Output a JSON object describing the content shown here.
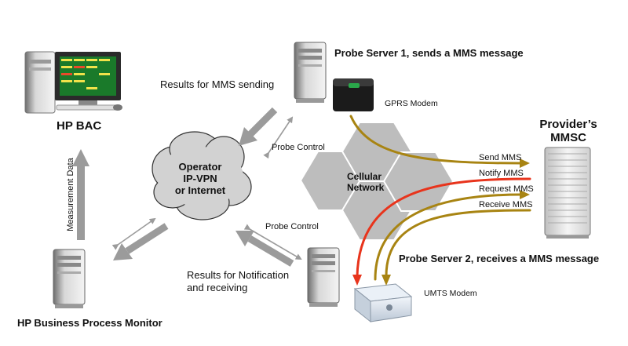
{
  "nodes": {
    "hp_bac": {
      "label": "HP BAC"
    },
    "hp_bpm": {
      "label": "HP Business Process Monitor"
    },
    "probe_server_1": {
      "label": "Probe Server 1, sends a MMS message"
    },
    "probe_server_2": {
      "label": "Probe Server 2, receives a MMS message"
    },
    "gprs_modem": {
      "label": "GPRS Modem"
    },
    "umts_modem": {
      "label": "UMTS Modem"
    },
    "cloud": {
      "line1": "Operator",
      "line2": "IP-VPN",
      "line3": "or Internet"
    },
    "cellular": {
      "line1": "Cellular",
      "line2": "Network"
    },
    "mmsc": {
      "line1": "Provider’s",
      "line2": "MMSC"
    }
  },
  "edges": {
    "measurement_data": "Measurement Data",
    "results_mms_sending": "Results for MMS sending",
    "probe_control_top": "Probe Control",
    "probe_control_bottom": "Probe Control",
    "results_notification_line1": "Results for Notification",
    "results_notification_line2": "and receiving"
  },
  "flows": {
    "send_mms": "Send MMS",
    "notify_mms": "Notify MMS",
    "request_mms": "Request MMS",
    "receive_mms": "Receive MMS"
  },
  "colors": {
    "flow_gold": "#a88412",
    "flow_red": "#e8341c",
    "arrow_gray": "#9b9b9b",
    "hex_fill": "#bdbdbd",
    "cloud_fill": "#d2d2d2"
  }
}
